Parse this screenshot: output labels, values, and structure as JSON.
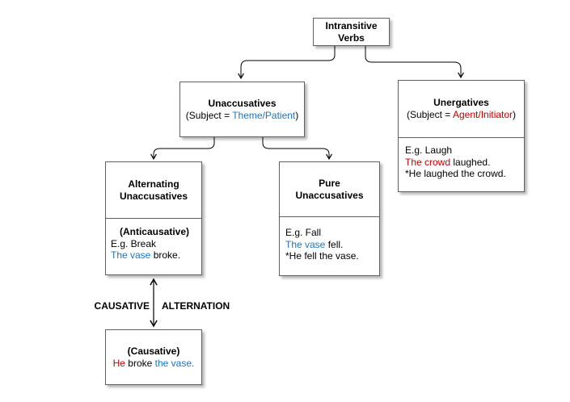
{
  "colors": {
    "accent_blue": "#1f74bd",
    "accent_red": "#c00000",
    "box_border": "#5f5f5f",
    "arrow": "#000000",
    "background": "#ffffff"
  },
  "nodes": {
    "root": {
      "title": "Intransitive\nVerbs"
    },
    "unaccusatives": {
      "title": "Unaccusatives",
      "subtitle_pre": "(Subject = ",
      "subtitle_accent": "Theme/Patient",
      "subtitle_post": ")"
    },
    "unergatives": {
      "title": "Unergatives",
      "subtitle_pre": "(Subject = ",
      "subtitle_accent": "Agent/Initiator",
      "subtitle_post": ")",
      "example_label": "E.g. Laugh",
      "good_subject": "The crowd",
      "good_rest": " laughed.",
      "bad_sentence": "*He laughed the crowd."
    },
    "alternating": {
      "title": "Alternating\nUnaccusatives",
      "subheading": "(Anticausative)",
      "example_label": "E.g. Break",
      "good_subject": "The vase",
      "good_rest": " broke."
    },
    "pure": {
      "title": "Pure\nUnaccusatives",
      "example_label": "E.g. Fall",
      "good_subject": "The vase",
      "good_rest": " fell.",
      "bad_sentence": "*He fell the vase."
    },
    "causative": {
      "heading": "(Causative)",
      "subject": "He",
      "verb": " broke ",
      "object": "the vase."
    }
  },
  "labels": {
    "causative": "CAUSATIVE",
    "alternation": "ALTERNATION"
  }
}
